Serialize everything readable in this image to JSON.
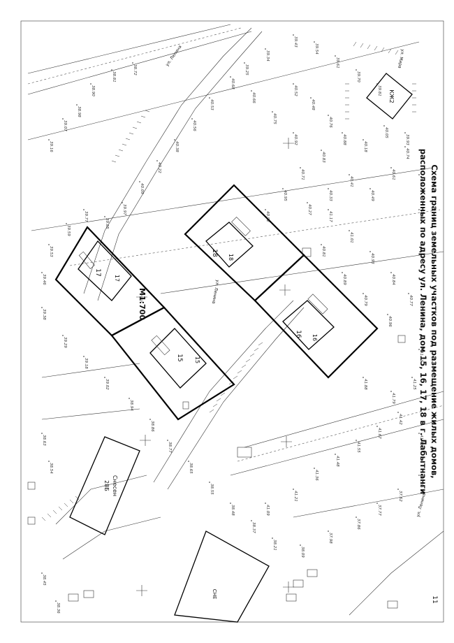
{
  "title": {
    "line1": "Схема границ земельных участков под размещение жилых домов,",
    "line2": "расположенных по адресу ул. Ленина, дом 15, 16, 17, 18 в г. Лабытнанги"
  },
  "scale": "М1:700",
  "plots": [
    {
      "id": "plot-18",
      "outer": "18",
      "inner": "18"
    },
    {
      "id": "plot-16",
      "outer": "16",
      "inner": "16"
    },
    {
      "id": "plot-17",
      "outer": "17",
      "inner": "17"
    },
    {
      "id": "plot-15",
      "outer": "15",
      "inner": "15"
    }
  ],
  "buildings": {
    "top_right": "КЖ2",
    "left_building": "Снесен",
    "left_building_num": "28Б",
    "bottom_block": "СНЕ"
  },
  "streets": {
    "lenina_upper": "ул. Ленина",
    "lenina_mid": "ул. Ленина",
    "lenina_lower": "ул. Ленина",
    "mira": "ул. Мира"
  },
  "corner_number": "11",
  "elevations": [
    "40.52",
    "40.48",
    "40.76",
    "40.88",
    "40.83",
    "40.71",
    "40.95",
    "40.92",
    "41.17",
    "41.01",
    "40.93",
    "40.84",
    "40.77",
    "40.96",
    "40.79",
    "40.89",
    "40.81",
    "40.92",
    "40.75",
    "40.66",
    "40.68",
    "40.53",
    "40.56",
    "40.38",
    "40.22",
    "40.09",
    "39.97",
    "39.85",
    "39.77",
    "39.59",
    "39.53",
    "39.46",
    "39.38",
    "39.29",
    "39.18",
    "39.02",
    "38.94",
    "38.86",
    "38.77",
    "38.65",
    "38.55",
    "38.48",
    "38.37",
    "38.21",
    "38.09",
    "37.98",
    "37.86",
    "37.77",
    "37.62",
    "37.56",
    "41.46",
    "41.42",
    "41.67",
    "41.55",
    "41.48",
    "41.36",
    "41.21",
    "41.09",
    "41.88",
    "41.79",
    "41.25",
    "41.13",
    "40.99",
    "40.86",
    "40.74",
    "40.61",
    "40.49",
    "40.41",
    "40.33",
    "40.27",
    "40.18",
    "40.05",
    "39.93",
    "39.81",
    "39.70",
    "39.61",
    "39.54",
    "39.43",
    "39.34",
    "39.25",
    "39.16",
    "39.07",
    "38.98",
    "38.90",
    "38.81",
    "38.72",
    "38.63",
    "38.54",
    "38.45",
    "38.36"
  ]
}
